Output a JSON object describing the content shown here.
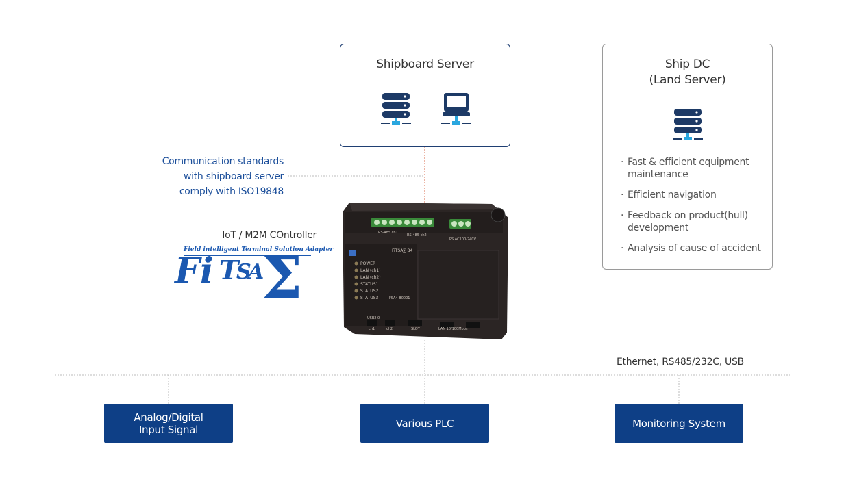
{
  "shipboard_server": {
    "title": "Shipboard Server"
  },
  "ship_dc": {
    "title_line1": "Ship DC",
    "title_line2": "(Land Server)",
    "bullets": [
      "Fast & efficient equipment maintenance",
      "Efficient navigation",
      "Feedback on product(hull) development",
      "Analysis of cause of accident"
    ],
    "bullet_mark": "·"
  },
  "communication_note": {
    "lines": [
      "Communication standards",
      "with shipboard server",
      "comply with ISO19848"
    ]
  },
  "controller": {
    "caption": "IoT / M2M COntroller",
    "logo_tagline": "Field intelligent Terminal Solution Adapter",
    "logo_text_fi": "Fi",
    "logo_text_t": "T",
    "logo_text_s": "S",
    "logo_text_a": "A",
    "logo_sigma": "Σ"
  },
  "device": {
    "brand": "FiTSA∑ B4",
    "model": "FSA4-B0001",
    "leds": [
      "POWER",
      "LAN (ch1)",
      "LAN (ch2)",
      "STATUS1",
      "STATUS2",
      "STATUS3"
    ],
    "port_usb": "USB2.0",
    "port_ch1": "ch1",
    "port_ch2": "ch2",
    "port_slot": "SLOT",
    "port_lan": "LAN 10/100Mbps",
    "rs485_ch1": "RS-485 ch1",
    "rs485_ch2": "RS-485 ch2",
    "power": "PS  AC100-240V"
  },
  "interface_label": "Ethernet, RS485/232C, USB",
  "buttons": {
    "analog": "Analog/Digital\nInput Signal",
    "plc": "Various PLC",
    "monitoring": "Monitoring System"
  },
  "colors": {
    "navy": "#0e3f86",
    "box_border": "#1f3f73",
    "note_blue": "#1b4e9a",
    "icon_navy": "#1d3a66",
    "icon_cyan": "#2aa7df",
    "connector_red": "#d9694a"
  }
}
